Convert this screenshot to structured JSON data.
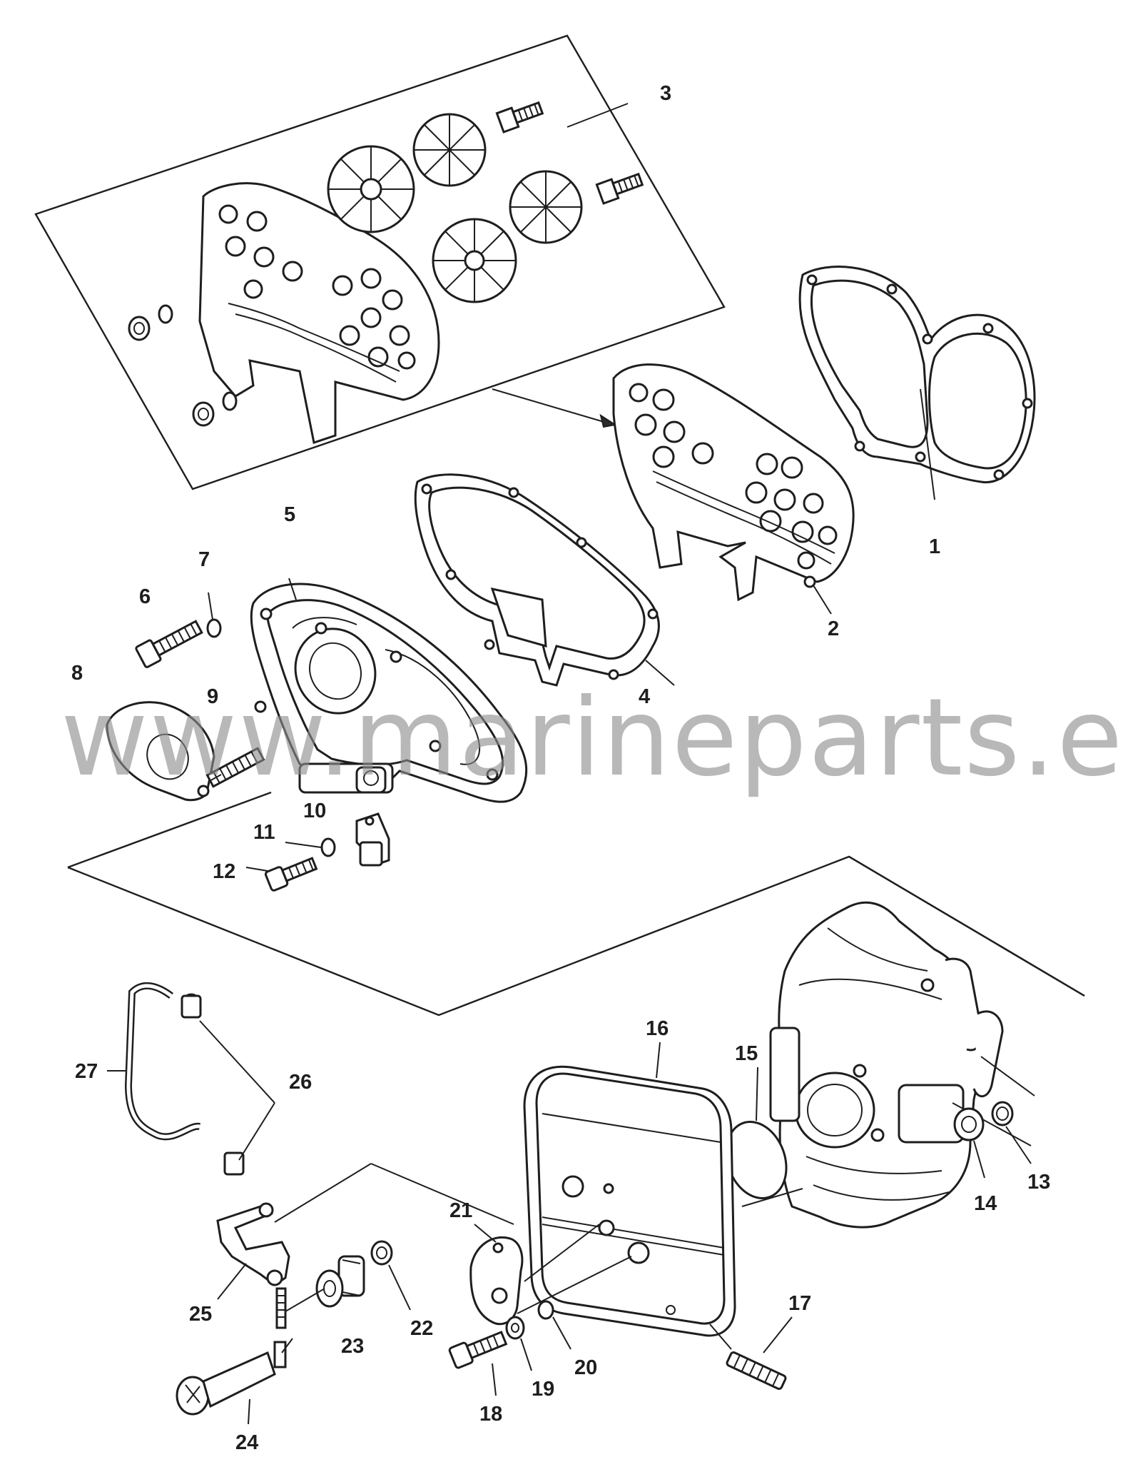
{
  "watermark": "www.marineparts.eu",
  "callouts": [
    {
      "id": "1",
      "label": "1"
    },
    {
      "id": "2",
      "label": "2"
    },
    {
      "id": "3",
      "label": "3"
    },
    {
      "id": "4",
      "label": "4"
    },
    {
      "id": "5",
      "label": "5"
    },
    {
      "id": "6",
      "label": "6"
    },
    {
      "id": "7",
      "label": "7"
    },
    {
      "id": "8",
      "label": "8"
    },
    {
      "id": "9",
      "label": "9"
    },
    {
      "id": "10",
      "label": "10"
    },
    {
      "id": "11",
      "label": "11"
    },
    {
      "id": "12",
      "label": "12"
    },
    {
      "id": "13",
      "label": "13"
    },
    {
      "id": "14",
      "label": "14"
    },
    {
      "id": "15",
      "label": "15"
    },
    {
      "id": "16",
      "label": "16"
    },
    {
      "id": "17",
      "label": "17"
    },
    {
      "id": "18",
      "label": "18"
    },
    {
      "id": "19",
      "label": "19"
    },
    {
      "id": "20",
      "label": "20"
    },
    {
      "id": "21",
      "label": "21"
    },
    {
      "id": "22",
      "label": "22"
    },
    {
      "id": "23",
      "label": "23"
    },
    {
      "id": "24",
      "label": "24"
    },
    {
      "id": "25",
      "label": "25"
    },
    {
      "id": "26",
      "label": "26"
    },
    {
      "id": "27",
      "label": "27"
    }
  ]
}
